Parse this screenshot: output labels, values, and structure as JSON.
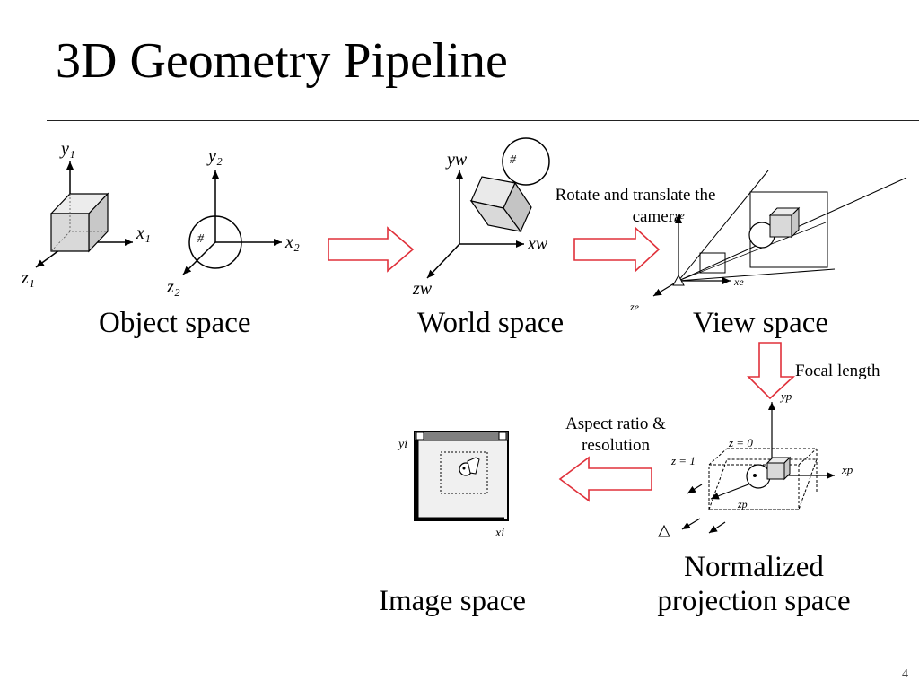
{
  "slide": {
    "title": "3D Geometry Pipeline",
    "page_number": "4"
  },
  "stages": {
    "object": {
      "label": "Object space"
    },
    "world": {
      "label": "World space"
    },
    "view": {
      "label": "View space"
    },
    "normalized": {
      "label_line1": "Normalized",
      "label_line2": "projection space"
    },
    "image": {
      "label": "Image space"
    }
  },
  "annotations": {
    "rotate": {
      "line1": "Rotate and translate the",
      "line2": "camera"
    },
    "focal": {
      "text": "Focal length"
    },
    "aspect": {
      "line1": "Aspect ratio &",
      "line2": "resolution"
    }
  },
  "axis_labels": {
    "y1": "y₁",
    "x1": "x₁",
    "z1": "z₁",
    "y2": "y₂",
    "x2": "x₂",
    "z2": "z₂",
    "yw": "yw",
    "xw": "xw",
    "zw": "zw",
    "ye": "ye",
    "xe": "xe",
    "ze": "ze",
    "yp": "yp",
    "xp": "xp",
    "zp": "zp",
    "z0": "z = 0",
    "z1plane": "z = 1",
    "yi": "yi",
    "xi": "xi"
  },
  "colors": {
    "arrow_outline": "#e0303a",
    "cube_fill": "#d9d9d9",
    "ink": "#000000"
  },
  "icons": [
    "hollow-arrow-icon",
    "cube-icon",
    "sphere-icon",
    "axis-arrow-icon",
    "window-icon"
  ]
}
